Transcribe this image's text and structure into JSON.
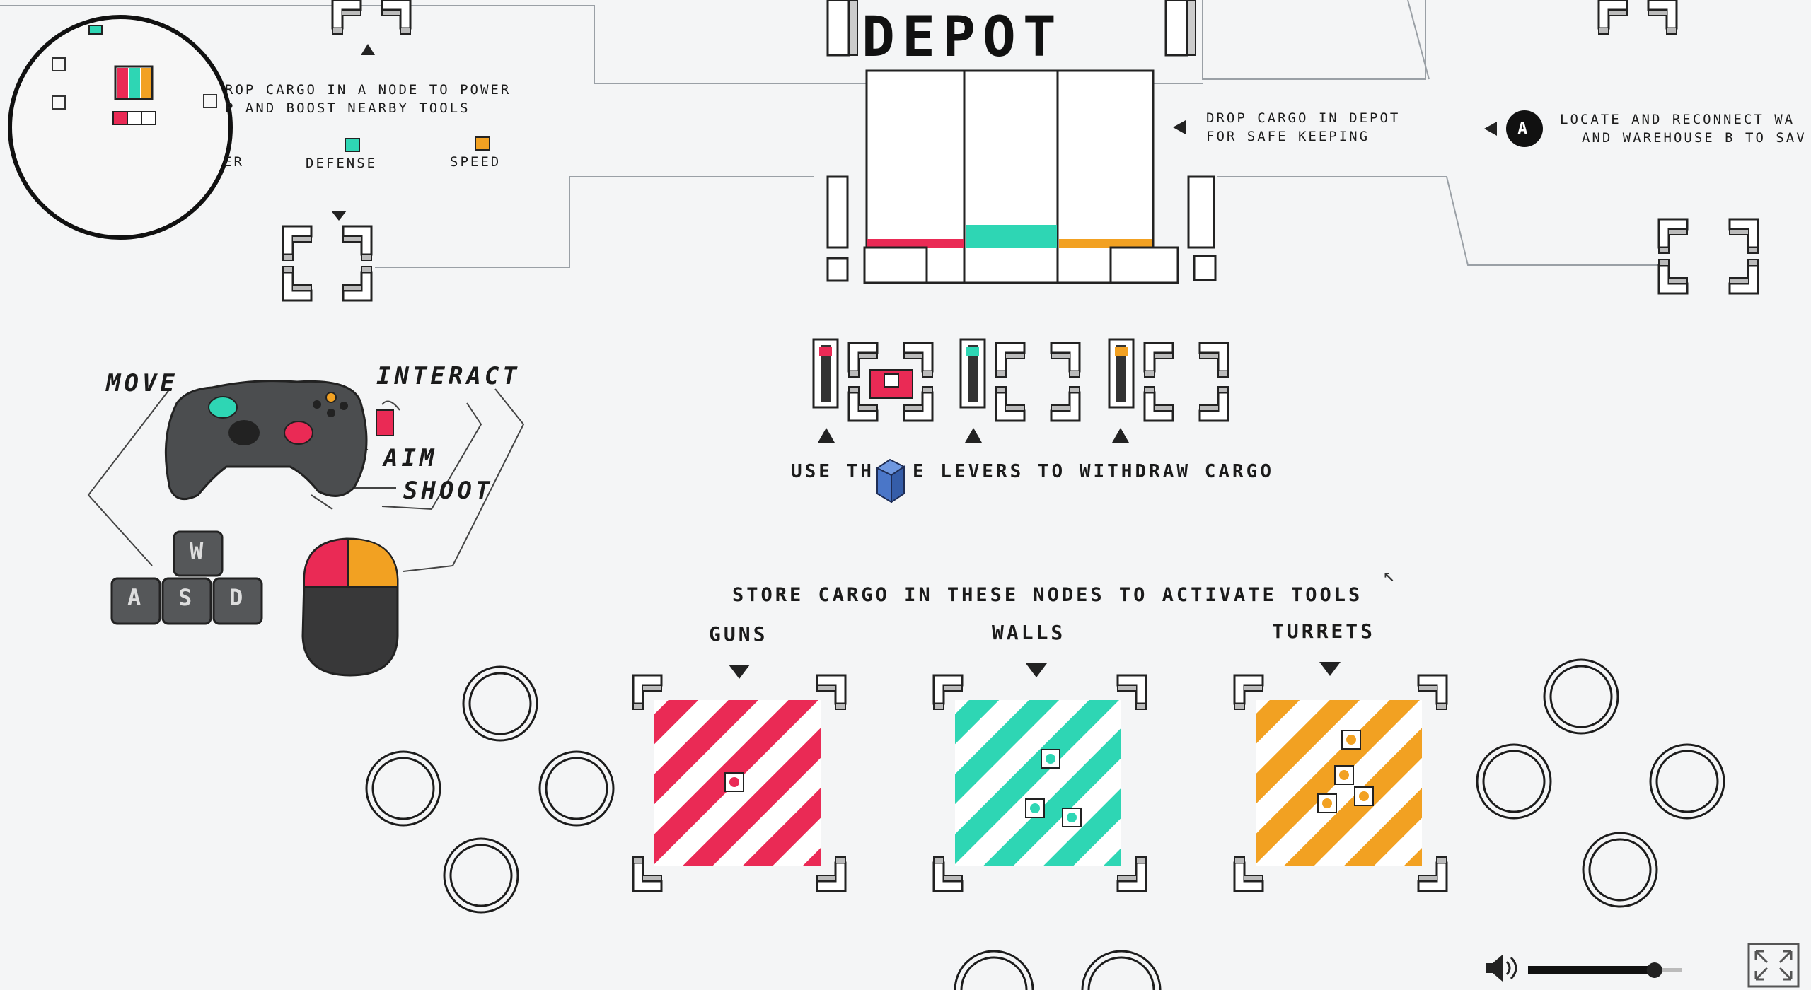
{
  "depot": {
    "title": "DEPOT"
  },
  "hints": {
    "node_power_line1": "ROP CARGO IN A NODE TO POWER",
    "node_power_line2": "P AND BOOST NEARBY TOOLS",
    "legend_partial": "ER",
    "legend_defense": "DEFENSE",
    "legend_speed": "SPEED",
    "depot_line1": "DROP CARGO IN DEPOT",
    "depot_line2": "FOR SAFE KEEPING",
    "locate_button": "A",
    "locate_line1": "LOCATE AND RECONNECT WA",
    "locate_line2": "AND WAREHOUSE B TO SAV",
    "levers_part1": "USE TH",
    "levers_part2": "E LEVERS TO WITHDRAW CARGO",
    "store_nodes": "STORE CARGO IN THESE NODES TO ACTIVATE TOOLS"
  },
  "controls": {
    "move": "MOVE",
    "interact": "INTERACT",
    "aim": "AIM",
    "shoot": "SHOOT",
    "keys": [
      "W",
      "A",
      "S",
      "D"
    ]
  },
  "tools": [
    {
      "label": "GUNS",
      "color": "#ea2a55"
    },
    {
      "label": "WALLS",
      "color": "#2ed6b4"
    },
    {
      "label": "TURRETS",
      "color": "#f2a122"
    }
  ],
  "colors": {
    "power": "#ea2a55",
    "defense": "#2ed6b4",
    "speed": "#f2a122",
    "player": "#4a76c8",
    "ink": "#1b1b1b"
  },
  "audio": {
    "volume_fraction": 0.82
  }
}
